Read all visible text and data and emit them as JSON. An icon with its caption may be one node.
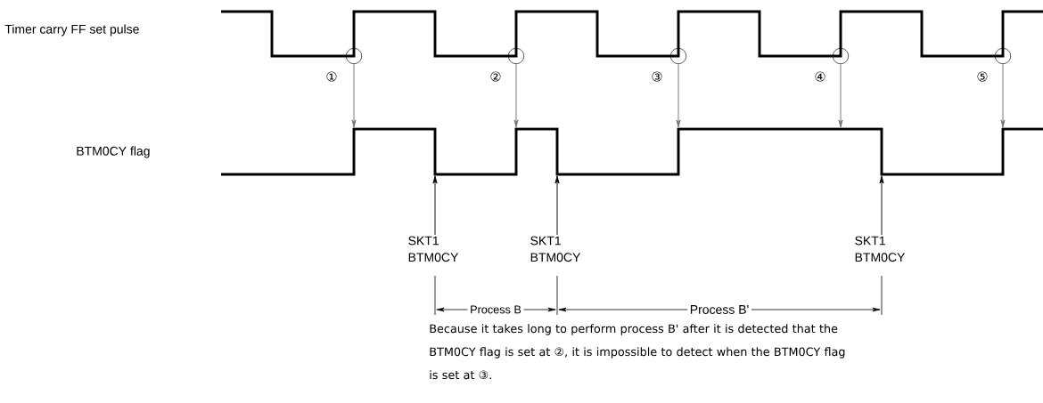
{
  "diagram": {
    "nodes": [
      {
        "text": [],
        "shape": "waveform"
      },
      {
        "text": [],
        "shape": "circle"
      },
      {
        "text": [],
        "shape": "circle"
      },
      {
        "text": [],
        "shape": "circle"
      },
      {
        "text": [],
        "shape": "circle"
      },
      {
        "text": [],
        "shape": "circle"
      },
      {
        "text": [],
        "shape": "waveform"
      },
      {
        "text": [
          "SKT1 BTM0CY"
        ]
      },
      {
        "text": [
          "SKT1 BTM0CY"
        ]
      },
      {
        "text": [
          "SKT1 BTM0CY"
        ]
      }
    ],
    "edges": [
      {
        "from": 1,
        "to": 6,
        "arrow": "to"
      },
      {
        "from": 2,
        "to": 6,
        "arrow": "to"
      },
      {
        "from": 3,
        "to": 6,
        "arrow": "to"
      },
      {
        "from": 4,
        "to": 6,
        "arrow": "to"
      },
      {
        "from": 5,
        "to": 6,
        "arrow": "to"
      },
      {
        "from": 7,
        "to": 6,
        "arrow": "to",
        "color": "#000000"
      },
      {
        "from": 8,
        "to": 6,
        "arrow": "to",
        "color": "#000000"
      },
      {
        "from": 9,
        "to": 6,
        "arrow": "to",
        "color": "#000000"
      }
    ],
    "labels": [
      "Timer carry FF set pulse",
      "①",
      "②",
      "③",
      "④",
      "⑤",
      "BTM0CY flag",
      "Process B",
      "Process B'",
      "Because it takes long to perform process B' after it is detected that the BTM0CY flag is set at ②, it is impossible to detect when the BTM0CY flag is set at ③."
    ]
  }
}
